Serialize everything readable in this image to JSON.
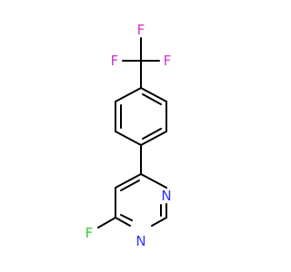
{
  "molecule": {
    "atoms": [
      {
        "id": "F1",
        "symbol": "F",
        "color": "#cc33cc"
      },
      {
        "id": "F2",
        "symbol": "F",
        "color": "#cc33cc"
      },
      {
        "id": "F3",
        "symbol": "F",
        "color": "#cc33cc"
      },
      {
        "id": "N1",
        "symbol": "N",
        "color": "#3333ff"
      },
      {
        "id": "N2",
        "symbol": "N",
        "color": "#3333ff"
      },
      {
        "id": "F4",
        "symbol": "F",
        "color": "#33cc33"
      }
    ],
    "bond_color": "#000000"
  }
}
